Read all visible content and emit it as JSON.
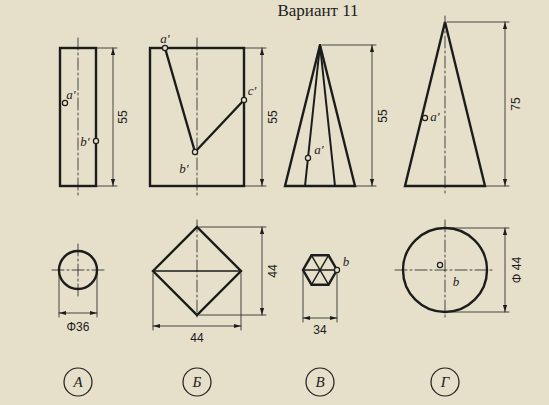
{
  "diagram": {
    "title": "Вариант 11",
    "labels": [
      "a'",
      "b'",
      "55",
      "Φ36",
      "А",
      "a'",
      "b'",
      "c'",
      "55",
      "44",
      "44",
      "Б",
      "a'",
      "55",
      "b",
      "34",
      "В",
      "75",
      "a'",
      "b",
      "Φ 44",
      "Г"
    ]
  }
}
